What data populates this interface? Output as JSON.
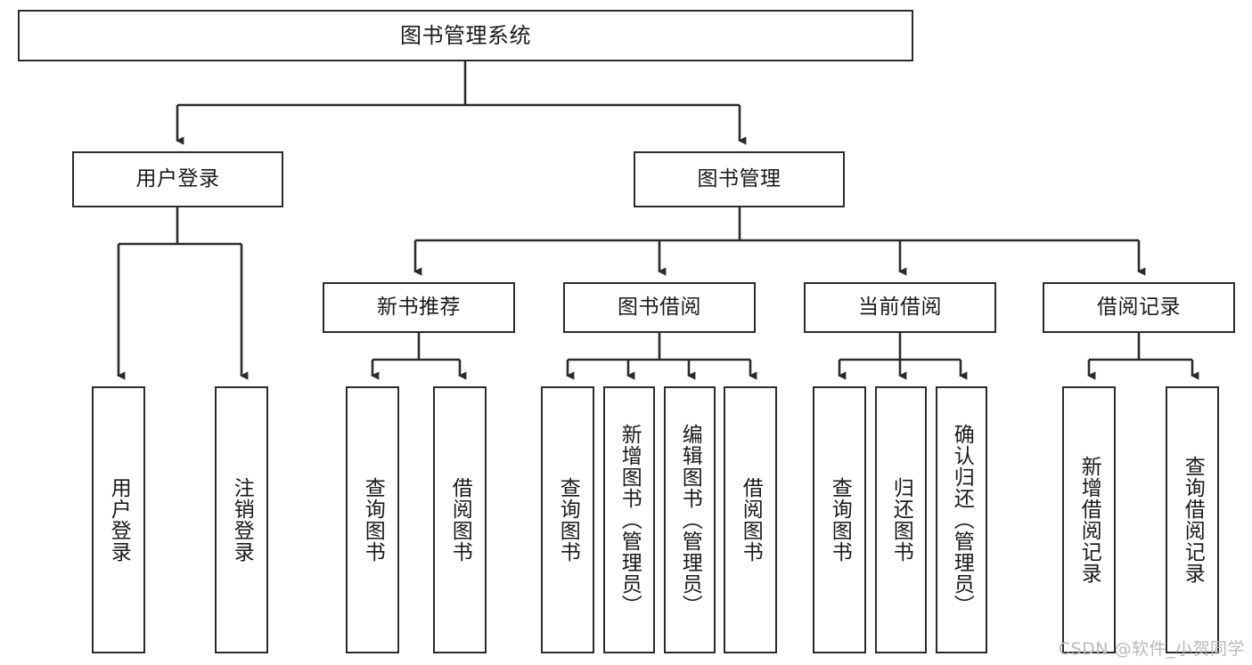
{
  "diagram": {
    "title": "图书管理系统",
    "root": {
      "label": "图书管理系统"
    },
    "level2": [
      {
        "label": "用户登录"
      },
      {
        "label": "图书管理"
      }
    ],
    "level3": [
      {
        "label": "新书推荐"
      },
      {
        "label": "图书借阅"
      },
      {
        "label": "当前借阅"
      },
      {
        "label": "借阅记录"
      }
    ],
    "leaves": {
      "user_login": [
        {
          "label": "用户登录"
        },
        {
          "label": "注销登录"
        }
      ],
      "new_book": [
        {
          "label": "查询图书"
        },
        {
          "label": "借阅图书"
        }
      ],
      "borrow": [
        {
          "label": "查询图书"
        },
        {
          "label": "新增图书（管理员）"
        },
        {
          "label": "编辑图书（管理员）"
        },
        {
          "label": "借阅图书"
        }
      ],
      "current": [
        {
          "label": "查询图书"
        },
        {
          "label": "归还图书"
        },
        {
          "label": "确认归还（管理员）"
        }
      ],
      "records": [
        {
          "label": "新增借阅记录"
        },
        {
          "label": "查询借阅记录"
        }
      ]
    }
  },
  "watermark": {
    "text": "CSDN @软件_小贺同学"
  },
  "colors": {
    "stroke": "#2b2b2b",
    "background": "#ffffff",
    "text": "#1a1a1a",
    "watermark": "#b9b9b9"
  }
}
